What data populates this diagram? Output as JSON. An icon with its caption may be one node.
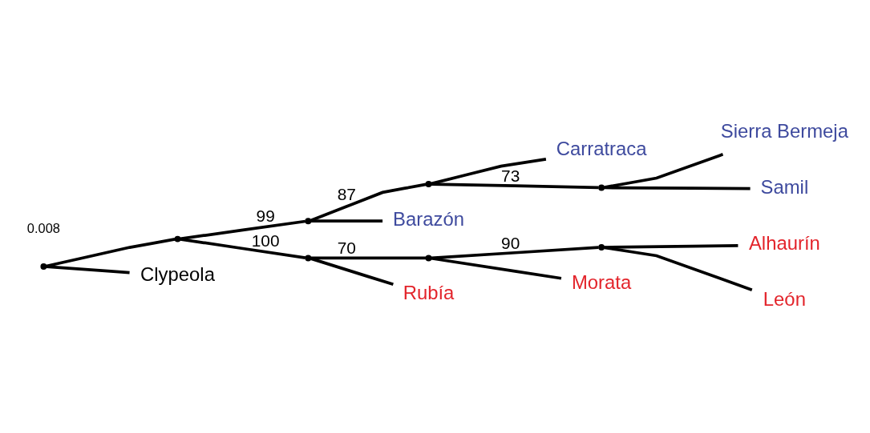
{
  "diagram": {
    "nodes": [
      {
        "text": [],
        "shape": "point"
      },
      {
        "text": [],
        "shape": "point"
      },
      {
        "text": [],
        "shape": "point"
      },
      {
        "text": [],
        "shape": "point"
      },
      {
        "text": [
          "Carratraca"
        ]
      },
      {
        "text": [],
        "shape": "point"
      },
      {
        "text": [
          "Sierra Bermeja"
        ]
      },
      {
        "text": [
          "Samil"
        ]
      },
      {
        "text": [
          "Barazón"
        ]
      },
      {
        "text": [],
        "shape": "point"
      },
      {
        "text": [],
        "shape": "point"
      },
      {
        "text": [],
        "shape": "point"
      },
      {
        "text": [
          "Alhaurín"
        ]
      },
      {
        "text": [
          "León"
        ]
      },
      {
        "text": [
          "Morata"
        ]
      },
      {
        "text": [
          "Rubía"
        ]
      },
      {
        "text": [
          "Clypeola"
        ]
      }
    ],
    "edges": [
      {
        "from": 0,
        "to": 1,
        "arrow": "none"
      },
      {
        "from": 0,
        "to": 16,
        "arrow": "none"
      },
      {
        "from": 1,
        "to": 2,
        "arrow": "none",
        "label": "99"
      },
      {
        "from": 1,
        "to": 9,
        "arrow": "none",
        "label": "100"
      },
      {
        "from": 2,
        "to": 3,
        "arrow": "none",
        "label": "87"
      },
      {
        "from": 2,
        "to": 8,
        "arrow": "none"
      },
      {
        "from": 3,
        "to": 4,
        "arrow": "none"
      },
      {
        "from": 3,
        "to": 5,
        "arrow": "none",
        "label": "73"
      },
      {
        "from": 5,
        "to": 6,
        "arrow": "none"
      },
      {
        "from": 5,
        "to": 7,
        "arrow": "none"
      },
      {
        "from": 9,
        "to": 10,
        "arrow": "none",
        "label": "70"
      },
      {
        "from": 9,
        "to": 15,
        "arrow": "none"
      },
      {
        "from": 10,
        "to": 11,
        "arrow": "none",
        "label": "90"
      },
      {
        "from": 10,
        "to": 14,
        "arrow": "none"
      },
      {
        "from": 11,
        "to": 12,
        "arrow": "none"
      },
      {
        "from": 11,
        "to": 13,
        "arrow": "none"
      }
    ],
    "labels": [
      "0.008"
    ]
  }
}
